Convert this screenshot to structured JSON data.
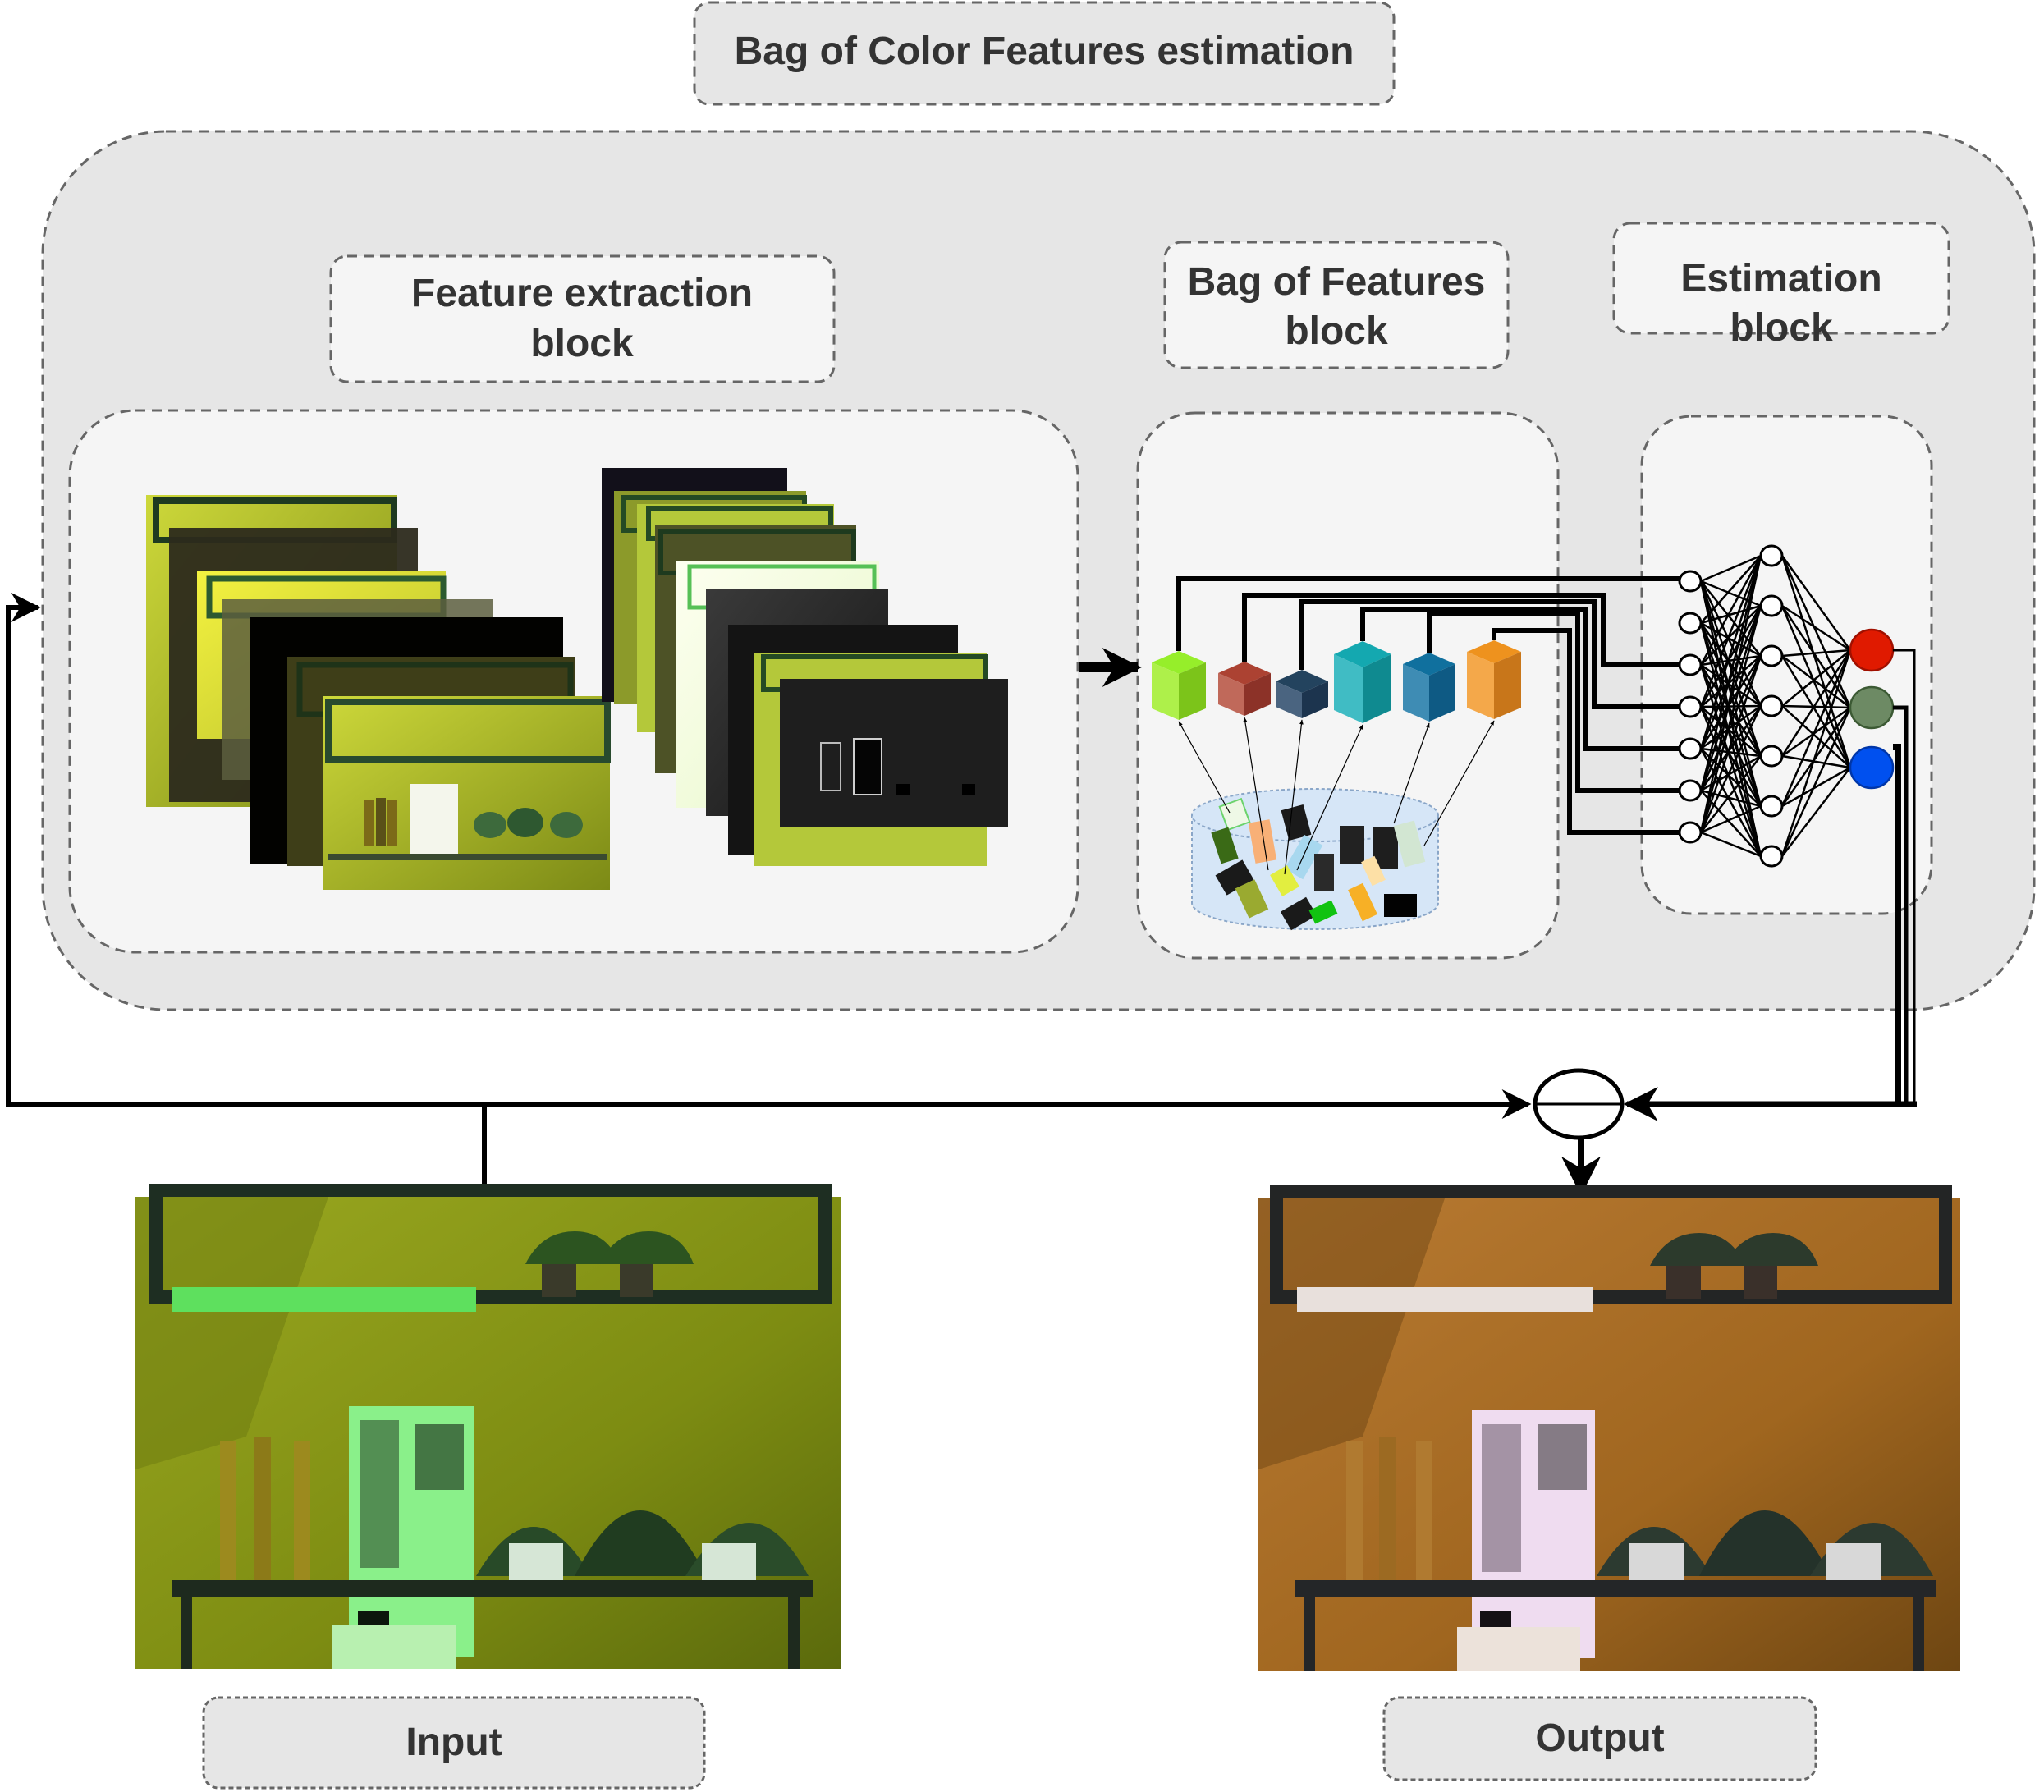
{
  "title": "Bag of Color Features estimation",
  "blocks": {
    "feature_extraction": {
      "line1": "Feature extraction",
      "line2": "block"
    },
    "bag_of_features": {
      "line1": "Bag of Features",
      "line2": "block"
    },
    "estimation": {
      "line1": "Estimation",
      "line2": "block"
    }
  },
  "io": {
    "input_label": "Input",
    "output_label": "Output"
  },
  "colors": {
    "outer_panel": "#e6e6e6",
    "inner_panel": "#f5f5f5",
    "dash_stroke": "#666666",
    "text": "#333333",
    "output_red": "#e01a00",
    "output_green": "#6d8a64",
    "output_blue": "#0050ef",
    "input_tint": "#a8b82a",
    "output_tint": "#b8782e"
  },
  "feature_cubes": [
    {
      "name": "lime",
      "front": "#aef04a",
      "side": "#7cc41a",
      "top": "#96ee2a"
    },
    {
      "name": "brick",
      "front": "#c0695a",
      "side": "#8c3228",
      "top": "#ac4232"
    },
    {
      "name": "navy",
      "front": "#4a6480",
      "side": "#1c344e",
      "top": "#23435e"
    },
    {
      "name": "teal",
      "front": "#40bcc4",
      "side": "#0f8a90",
      "top": "#14a8b0"
    },
    {
      "name": "steel-blue",
      "front": "#3e8cb4",
      "side": "#0e5a84",
      "top": "#10709e"
    },
    {
      "name": "orange",
      "front": "#f4a84a",
      "side": "#c8761a",
      "top": "#ee921e"
    }
  ],
  "network": {
    "input_nodes": 7,
    "hidden_nodes": 7,
    "output_nodes": 3
  },
  "operator": {
    "symbol": "division-operator"
  }
}
